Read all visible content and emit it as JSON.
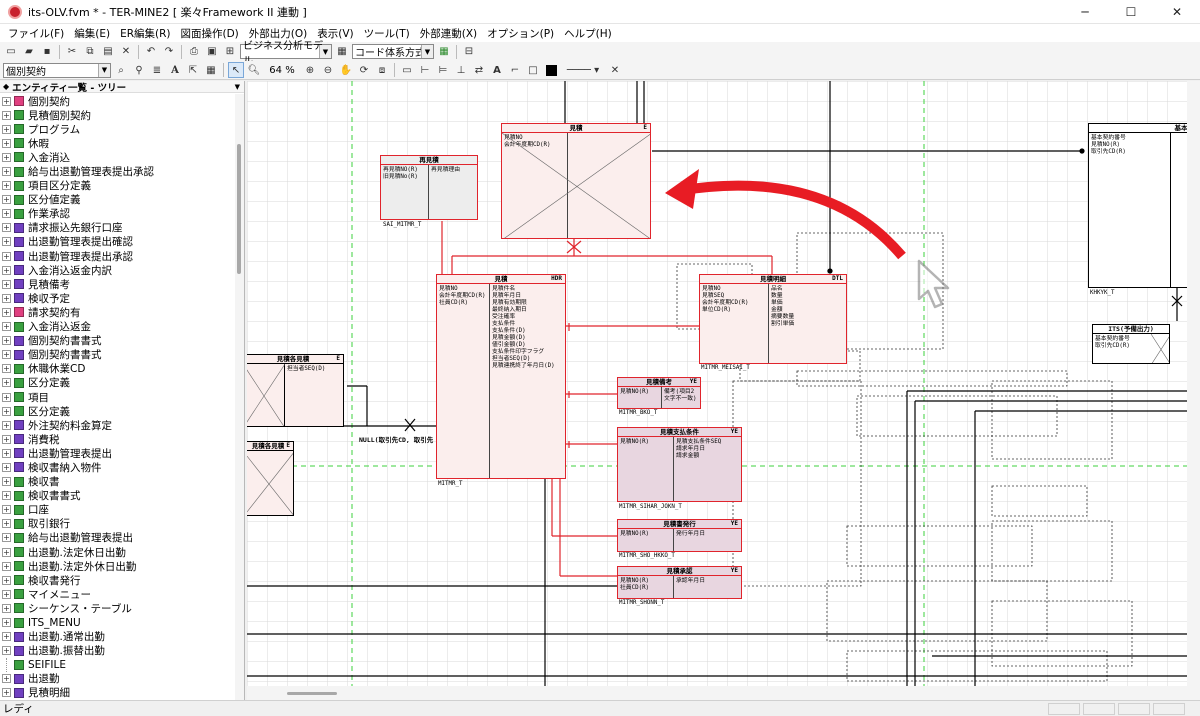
{
  "window": {
    "title": "its-OLV.fvm * - TER-MINE2 [ 楽々Framework II 連動 ]",
    "minimize": "─",
    "maximize": "☐",
    "close": "✕"
  },
  "menu": [
    "ファイル(F)",
    "編集(E)",
    "ER編集(R)",
    "図面操作(D)",
    "外部出力(O)",
    "表示(V)",
    "ツール(T)",
    "外部連動(X)",
    "オプション(P)",
    "ヘルプ(H)"
  ],
  "toolbar1": {
    "model_combo": "ビジネス分析モデル",
    "code_combo": "コード体系方式"
  },
  "toolbar2": {
    "entity_combo": "個別契約",
    "zoom": "64 %"
  },
  "tree": {
    "header": "エンティティ一覧 - ツリー",
    "items": [
      {
        "label": "個別契約",
        "color": "#e04080",
        "exp": true
      },
      {
        "label": "見積個別契約",
        "color": "#3aa040",
        "exp": true
      },
      {
        "label": "プログラム",
        "color": "#3aa040",
        "exp": true
      },
      {
        "label": "休暇",
        "color": "#3aa040",
        "exp": true
      },
      {
        "label": "入金消込",
        "color": "#3aa040",
        "exp": true
      },
      {
        "label": "給与出退勤管理表提出承認",
        "color": "#3aa040",
        "exp": true
      },
      {
        "label": "項目区分定義",
        "color": "#3aa040",
        "exp": true
      },
      {
        "label": "区分値定義",
        "color": "#3aa040",
        "exp": true
      },
      {
        "label": "作業承認",
        "color": "#3aa040",
        "exp": true
      },
      {
        "label": "請求振込先銀行口座",
        "color": "#7040c0",
        "exp": true
      },
      {
        "label": "出退勤管理表提出確認",
        "color": "#7040c0",
        "exp": true
      },
      {
        "label": "出退勤管理表提出承認",
        "color": "#7040c0",
        "exp": true
      },
      {
        "label": "入金消込返金内訳",
        "color": "#7040c0",
        "exp": true
      },
      {
        "label": "見積備考",
        "color": "#7040c0",
        "exp": true
      },
      {
        "label": "検収予定",
        "color": "#7040c0",
        "exp": true
      },
      {
        "label": "請求契約有",
        "color": "#e04080",
        "exp": true
      },
      {
        "label": "入金消込返金",
        "color": "#3aa040",
        "exp": true
      },
      {
        "label": "個別契約書書式",
        "color": "#7040c0",
        "exp": true
      },
      {
        "label": "個別契約書書式",
        "color": "#7040c0",
        "exp": true
      },
      {
        "label": "休職休業CD",
        "color": "#3aa040",
        "exp": true
      },
      {
        "label": "区分定義",
        "color": "#3aa040",
        "exp": true
      },
      {
        "label": "項目",
        "color": "#3aa040",
        "exp": true
      },
      {
        "label": "区分定義",
        "color": "#3aa040",
        "exp": true
      },
      {
        "label": "外注契約料金算定",
        "color": "#7040c0",
        "exp": true
      },
      {
        "label": "消費税",
        "color": "#7040c0",
        "exp": true
      },
      {
        "label": "出退勤管理表提出",
        "color": "#7040c0",
        "exp": true
      },
      {
        "label": "検収書納入物件",
        "color": "#7040c0",
        "exp": true
      },
      {
        "label": "検収書",
        "color": "#3aa040",
        "exp": true
      },
      {
        "label": "検収書書式",
        "color": "#3aa040",
        "exp": true
      },
      {
        "label": "口座",
        "color": "#3aa040",
        "exp": true
      },
      {
        "label": "取引銀行",
        "color": "#3aa040",
        "exp": true
      },
      {
        "label": "給与出退勤管理表提出",
        "color": "#3aa040",
        "exp": true
      },
      {
        "label": "出退勤.法定休日出勤",
        "color": "#3aa040",
        "exp": true
      },
      {
        "label": "出退勤.法定外休日出勤",
        "color": "#3aa040",
        "exp": true
      },
      {
        "label": "検収書発行",
        "color": "#3aa040",
        "exp": true
      },
      {
        "label": "マイメニュー",
        "color": "#3aa040",
        "exp": true
      },
      {
        "label": "シーケンス・テーブル",
        "color": "#3aa040",
        "exp": true
      },
      {
        "label": "ITS_MENU",
        "color": "#3aa040",
        "exp": true
      },
      {
        "label": "出退勤.通常出勤",
        "color": "#7040c0",
        "exp": true
      },
      {
        "label": "出退勤.振替出勤",
        "color": "#7040c0",
        "exp": true
      },
      {
        "label": "SEIFILE",
        "color": "#3aa040",
        "exp": false
      },
      {
        "label": "出退勤",
        "color": "#7040c0",
        "exp": true
      },
      {
        "label": "見積明細",
        "color": "#7040c0",
        "exp": true
      }
    ]
  },
  "entities": {
    "mitsumori": {
      "title": "見積",
      "tag": "E",
      "keys": "見積NO\n会計年度期CD(R)",
      "attrs": ""
    },
    "saimitsumori": {
      "title": "再見積",
      "tag": "",
      "keys": "再見積NO(R)\n旧見積No(R)",
      "attrs": "再見積理由",
      "name": "SAI_MITMR_T"
    },
    "hdr": {
      "title": "見積",
      "tag": "HDR",
      "keys": "見積NO\n会計年度期CD(R)\n社員CD(R)",
      "attrs": "見積件名\n見積年月日\n見積有効期限\n最終納入期日\n受注確率\n支払条件\n支払条件(D)\n見積金額(D)\n値引金額(D)\n支払条件印字フラグ\n担当者SEQ(D)\n見積連携終了年月日(D)",
      "name": "MITMR_T"
    },
    "dtl": {
      "title": "見積明細",
      "tag": "DTL",
      "keys": "見積NO\n見積SEQ\n会計年度期CD(R)\n単位CD(R)",
      "attrs": "品名\n数量\n単価\n金額\n摘要数量\n割引単価",
      "name": "MITMR_MEISAI_T"
    },
    "biko": {
      "title": "見積備考",
      "tag": "YE",
      "keys": "見積NO(R)",
      "attrs": "備考(項目2\n文字不一致)",
      "name": "MITMR_BKO_T"
    },
    "shiharai": {
      "title": "見積支払条件",
      "tag": "YE",
      "keys": "見積NO(R)",
      "attrs": "見積支払条件SEQ\n請求年月日\n請求金額",
      "name": "MITMR_SIHAR_JOKN_T"
    },
    "hakko": {
      "title": "見積書発行",
      "tag": "YE",
      "keys": "見積NO(R)",
      "attrs": "発行年月日",
      "name": "MITMR_SHO_HKKO_T"
    },
    "shonin": {
      "title": "見積承認",
      "tag": "YE",
      "keys": "見積NO(R)\n社員CD(R)",
      "attrs": "承認年月日",
      "name": "MITMR_SHONN_T"
    },
    "kihon": {
      "title": "基本契約番号",
      "tag": "基本契",
      "keys": "基本契約番号\n見積NO(R)\n取引先CD(R)",
      "attrs": "",
      "name": "KHKYK_T"
    },
    "its": {
      "title": "ITS(予備出力)",
      "tag": "",
      "keys": "基本契約番号\n取引先CD(R)",
      "attrs": ""
    },
    "left1": {
      "title": "見積各見積",
      "tag": "E",
      "keys": "",
      "attrs": "担当者SEQ(D)"
    },
    "left2": {
      "title": "見積各見積",
      "tag": "E",
      "keys": "",
      "attrs": ""
    }
  },
  "relationship_label": "NULL(取引先CD, 取引先",
  "status": "レディ"
}
